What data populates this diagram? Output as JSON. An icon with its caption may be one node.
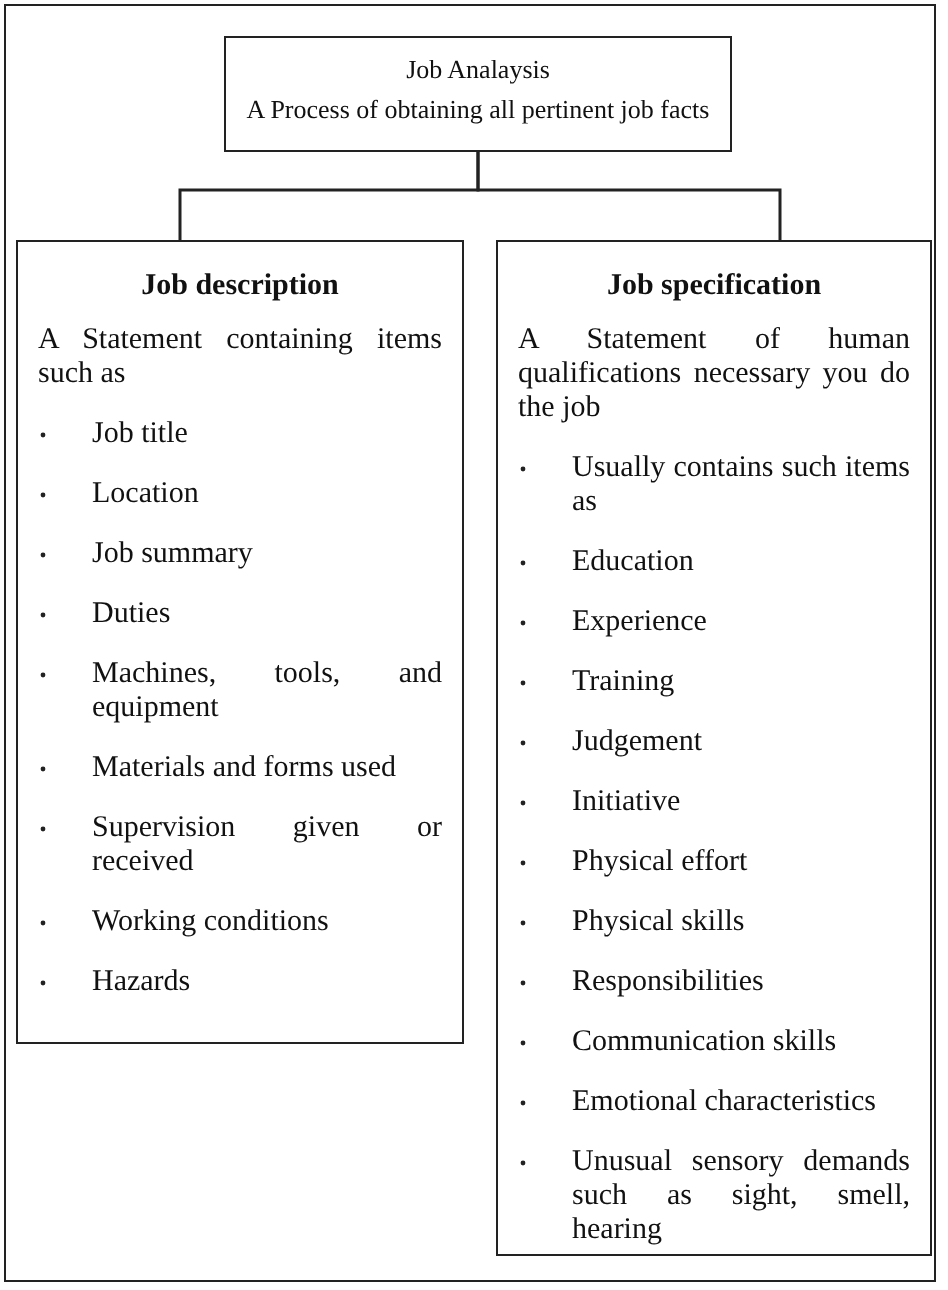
{
  "diagram": {
    "nodes": [
      {
        "text": [
          "Job Analaysis",
          "A Process of obtaining all pertinent job facts"
        ]
      },
      {
        "text": [
          "Job description",
          "A Statement containing items such as",
          "Job title",
          "Location",
          "Job summary",
          "Duties",
          "Machines, tools, and equipment",
          "Materials and forms used",
          "Supervision given or received",
          "Working conditions",
          "Hazards"
        ]
      },
      {
        "text": [
          "Job specification",
          "A Statement of human qualifications necessary you do the job",
          "Usually contains such items as",
          "Education",
          "Experience",
          "Training",
          "Judgement",
          "Initiative",
          "Physical effort",
          "Physical skills",
          "Responsibilities",
          "Communication skills",
          "Emotional characteristics",
          "Unusual sensory demands such as sight, smell, hearing"
        ]
      }
    ],
    "edges": [
      {
        "from": 0,
        "to": 1,
        "arrow": "none"
      },
      {
        "from": 0,
        "to": 2,
        "arrow": "none"
      }
    ]
  }
}
